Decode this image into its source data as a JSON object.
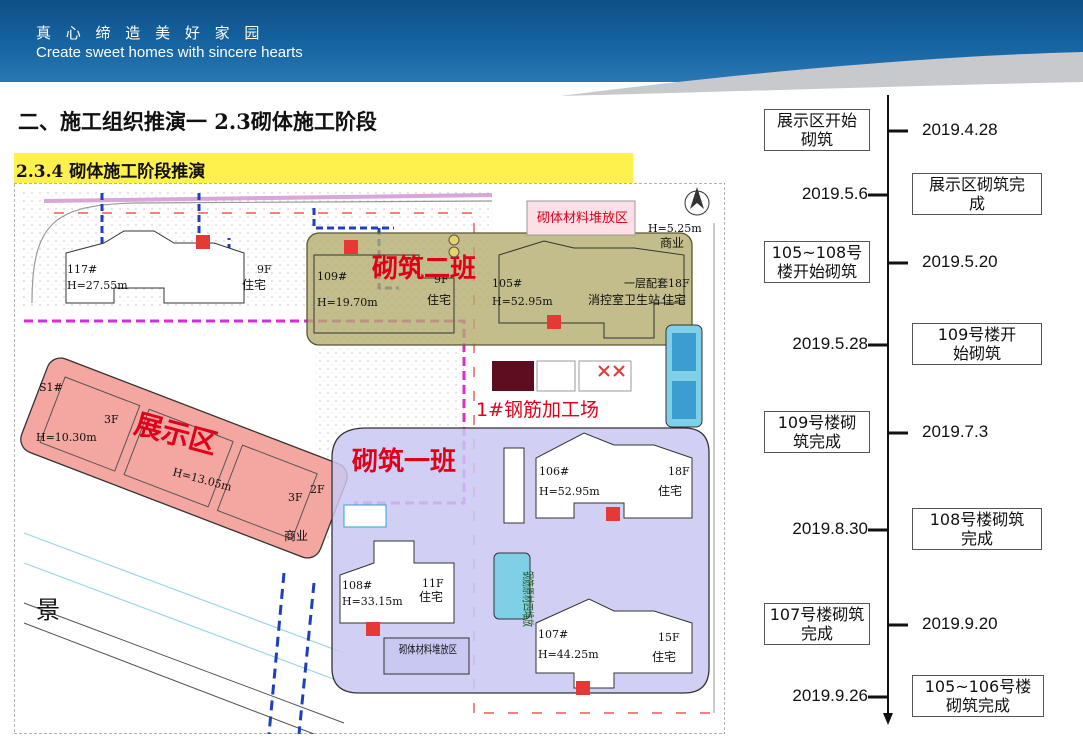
{
  "header": {
    "slogan_cn": "真 心 缔 造 美 好 家 园",
    "slogan_en": "Create sweet homes with sincere hearts"
  },
  "page_title": "二、施工组织推演一 2.3砌体施工阶段",
  "section_title": "2.3.4 砌体施工阶段推演",
  "plan": {
    "zones": {
      "team2": "砌筑二班",
      "team1": "砌筑一班",
      "showroom": "展示区",
      "rebar_yard": "1#钢筋加工场",
      "material_top": "砌体材料堆放区",
      "material_bottom": "砌体材料堆放区",
      "side_storage": "钢筋原材四堆放",
      "road_sign": "景"
    },
    "buildings": {
      "b117": {
        "id": "117#",
        "height": "H=27.55m",
        "floors": "9F",
        "use": "住宅"
      },
      "b109": {
        "id": "109#",
        "height": "H=19.70m",
        "floors": "9F",
        "use": "住宅"
      },
      "b105": {
        "id": "105#",
        "height": "H=52.95m",
        "floors": "18F",
        "use": "住宅",
        "extra": "一层配套",
        "extra2": "消控室卫生站"
      },
      "shop": {
        "height": "H=5.25m",
        "use": "商业"
      },
      "s1": {
        "id": "S1#",
        "height": "H=10.30m",
        "floors": "3F"
      },
      "s1b": {
        "height": "H=13.05m"
      },
      "s1c": {
        "floors": "3F",
        "floors2": "2F",
        "use": "商业"
      },
      "b106": {
        "id": "106#",
        "height": "H=52.95m",
        "floors": "18F",
        "use": "住宅"
      },
      "b108": {
        "id": "108#",
        "height": "H=33.15m",
        "floors": "11F",
        "use": "住宅"
      },
      "b107": {
        "id": "107#",
        "height": "H=44.25m",
        "floors": "15F",
        "use": "住宅"
      }
    }
  },
  "timeline": [
    {
      "date": "2019.4.28",
      "label_l1": "展示区开始",
      "label_l2": "砌筑",
      "side": "left"
    },
    {
      "date": "2019.5.6",
      "label_l1": "展示区砌筑完",
      "label_l2": "成",
      "side": "right"
    },
    {
      "date": "2019.5.20",
      "label_l1": "105~108号",
      "label_l2": "楼开始砌筑",
      "side": "left"
    },
    {
      "date": "2019.5.28",
      "label_l1": "109号楼开",
      "label_l2": "始砌筑",
      "side": "right"
    },
    {
      "date": "2019.7.3",
      "label_l1": "109号楼砌",
      "label_l2": "筑完成",
      "side": "left"
    },
    {
      "date": "2019.8.30",
      "label_l1": "108号楼砌筑",
      "label_l2": "完成",
      "side": "right"
    },
    {
      "date": "2019.9.20",
      "label_l1": "107号楼砌筑",
      "label_l2": "完成",
      "side": "left"
    },
    {
      "date": "2019.9.26",
      "label_l1": "105~106号楼",
      "label_l2": "砌筑完成",
      "side": "right"
    }
  ],
  "colors": {
    "header_blue": "#1766a3",
    "section_yellow": "#fff14d",
    "team2_fill": "#b3ac6e",
    "team1_fill": "#c9c8f2",
    "showroom_fill": "#f4a6a0",
    "label_red": "#e0001a"
  }
}
